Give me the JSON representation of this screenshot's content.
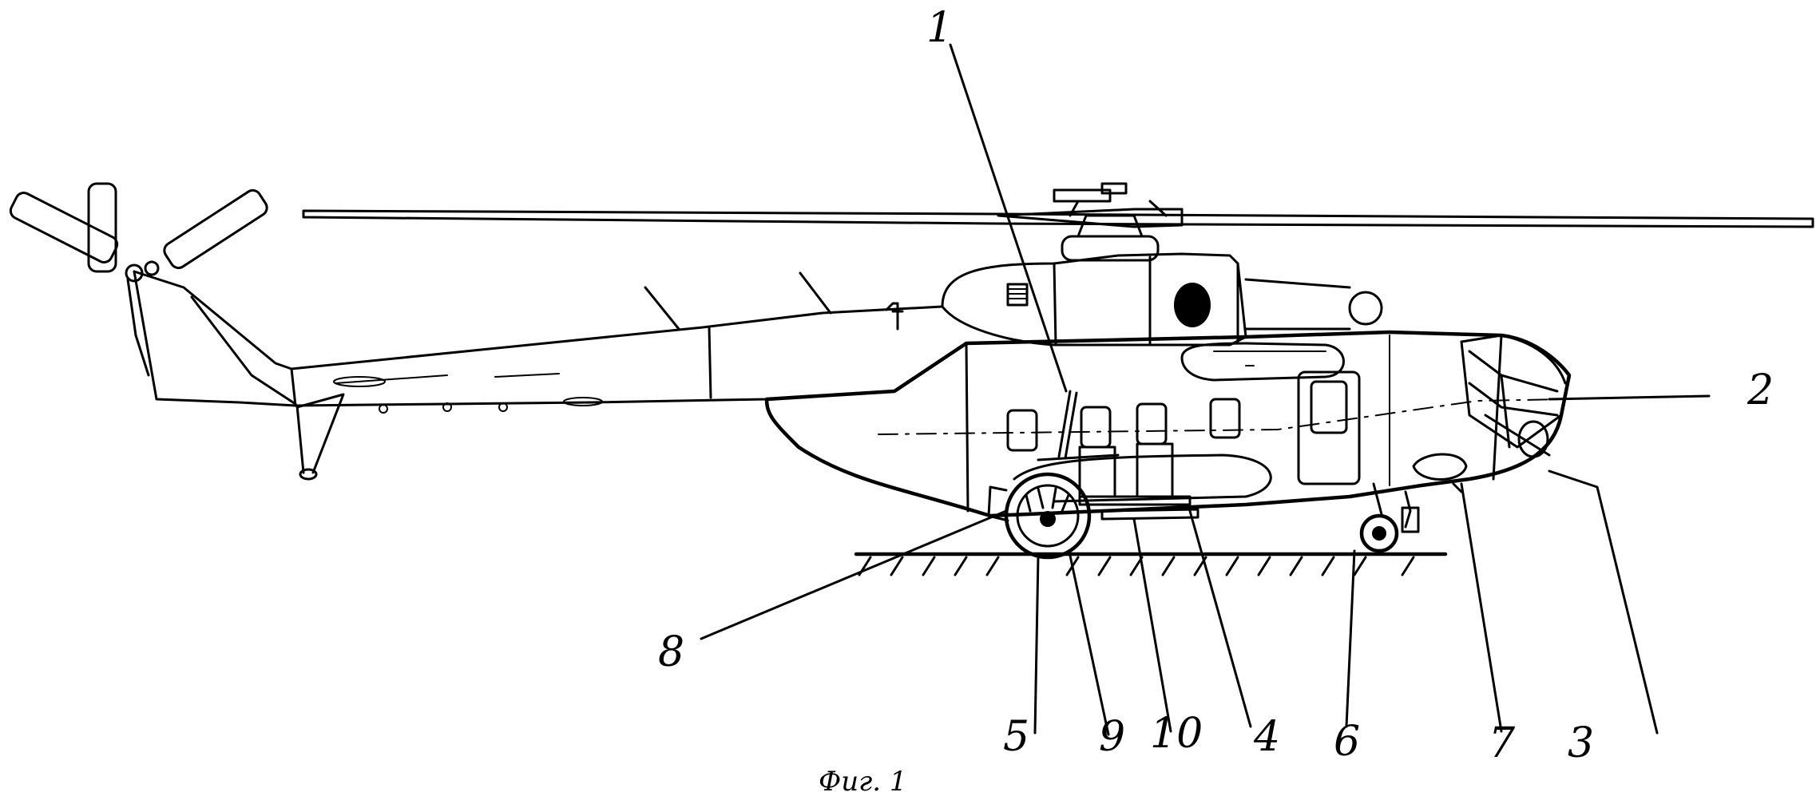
{
  "figure": {
    "caption": "Фиг. 1",
    "callouts": [
      {
        "id": "1",
        "label": "1"
      },
      {
        "id": "2",
        "label": "2"
      },
      {
        "id": "3",
        "label": "3"
      },
      {
        "id": "4",
        "label": "4"
      },
      {
        "id": "5",
        "label": "5"
      },
      {
        "id": "6",
        "label": "6"
      },
      {
        "id": "7",
        "label": "7"
      },
      {
        "id": "8",
        "label": "8"
      },
      {
        "id": "9",
        "label": "9"
      },
      {
        "id": "10",
        "label": "10"
      }
    ]
  }
}
